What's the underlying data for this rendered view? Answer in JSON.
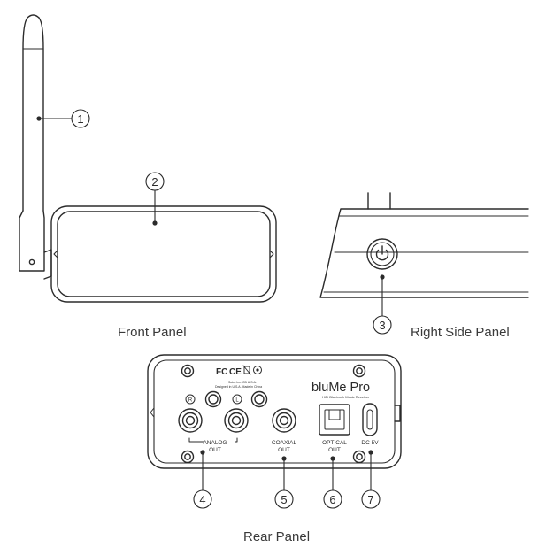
{
  "captions": {
    "front": "Front Panel",
    "right_side": "Right Side Panel",
    "rear": "Rear Panel"
  },
  "callouts": [
    "1",
    "2",
    "3",
    "4",
    "5",
    "6",
    "7"
  ],
  "rear_labels": {
    "brand": "bluMe Pro",
    "tagline": "HiFi Bluetooth Music Receiver",
    "cert_line1": "Sutra Inc. CB U.S.A.",
    "cert_line2": "Designed in U.S.A.   Made in China",
    "fc_mark": "FC",
    "ce_mark": "CE",
    "r": "R",
    "l": "L",
    "analog": "ANALOG",
    "analog_out": "OUT",
    "coaxial": "COAXIAL",
    "coaxial_out": "OUT",
    "optical": "OPTICAL",
    "optical_out": "OUT",
    "dc": "DC 5V"
  },
  "colors": {
    "line": "#2b2b2b",
    "text": "#3a3a3a"
  }
}
